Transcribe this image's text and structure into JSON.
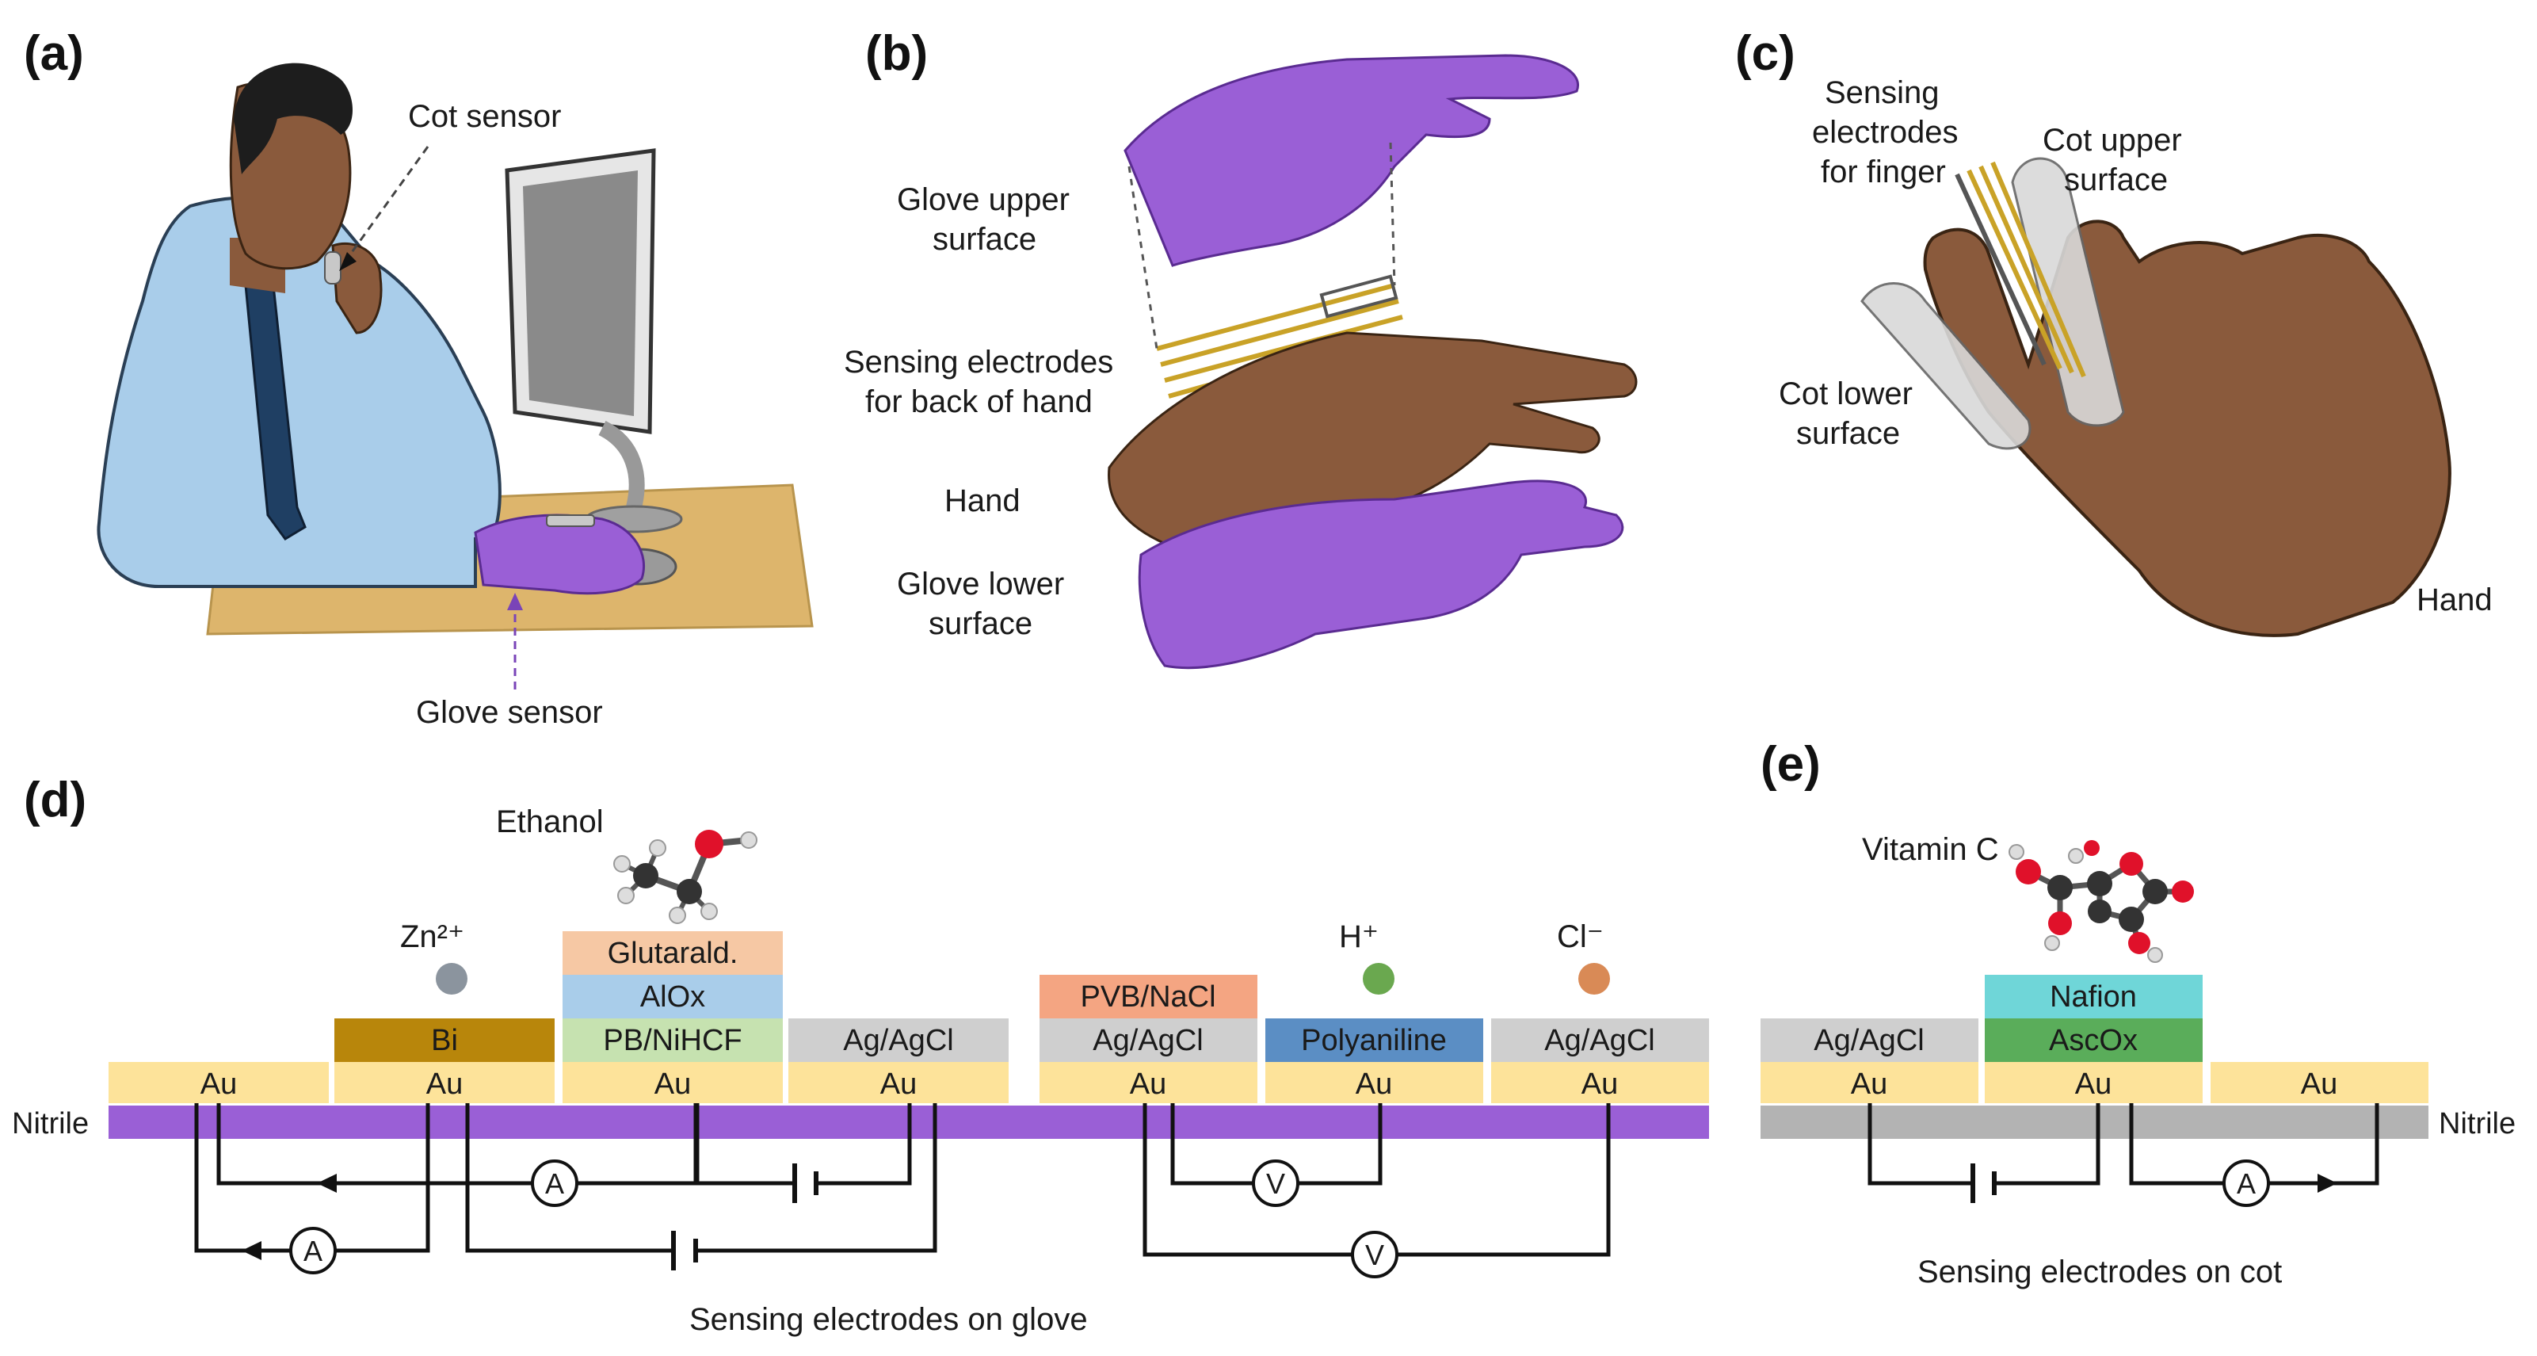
{
  "panels": {
    "a": "(a)",
    "b": "(b)",
    "c": "(c)",
    "d": "(d)",
    "e": "(e)"
  },
  "panel_a": {
    "cot_sensor": "Cot sensor",
    "glove_sensor": "Glove sensor"
  },
  "panel_b": {
    "glove_upper_1": "Glove upper",
    "glove_upper_2": "surface",
    "sensing_1": "Sensing electrodes",
    "sensing_2": "for back of hand",
    "hand": "Hand",
    "glove_lower_1": "Glove lower",
    "glove_lower_2": "surface"
  },
  "panel_c": {
    "sensing_1": "Sensing",
    "sensing_2": "electrodes",
    "sensing_3": "for finger",
    "cot_upper_1": "Cot upper",
    "cot_upper_2": "surface",
    "cot_lower_1": "Cot lower",
    "cot_lower_2": "surface",
    "hand": "Hand"
  },
  "panel_d": {
    "ethanol": "Ethanol",
    "zn": "Zn²⁺",
    "h": "H⁺",
    "cl": "Cl⁻",
    "glutarald": "Glutarald.",
    "alox": "AlOx",
    "bi": "Bi",
    "pbnihcf": "PB/NiHCF",
    "agagcl": "Ag/AgCl",
    "pvbnacl": "PVB/NaCl",
    "polyaniline": "Polyaniline",
    "au": "Au",
    "nitrile": "Nitrile",
    "ammeter": "A",
    "voltmeter": "V",
    "caption": "Sensing electrodes on glove"
  },
  "panel_e": {
    "vitamin_c": "Vitamin C",
    "nafion": "Nafion",
    "agagcl": "Ag/AgCl",
    "ascox": "AscOx",
    "au": "Au",
    "nitrile": "Nitrile",
    "ammeter": "A",
    "caption": "Sensing electrodes on cot"
  },
  "colors": {
    "glove_purple": "#9a5fd6",
    "skin": "#8a5a3c",
    "shirt": "#a9cdea",
    "desk": "#ddb56c",
    "au": "#fde39a",
    "bi": "#b8860b",
    "glutarald": "#f6c8a4",
    "alox": "#a9cdea",
    "pbnihcf": "#c6e2b0",
    "agagcl": "#cfcfcf",
    "pvbnacl": "#f4a582",
    "polyaniline": "#5b8ec4",
    "nafion": "#6fd6d8",
    "ascox": "#5aad5a",
    "nitrile_glove": "#9a5fd6",
    "nitrile_cot": "#b3b3b3",
    "electrode_gold": "#c9a227"
  }
}
